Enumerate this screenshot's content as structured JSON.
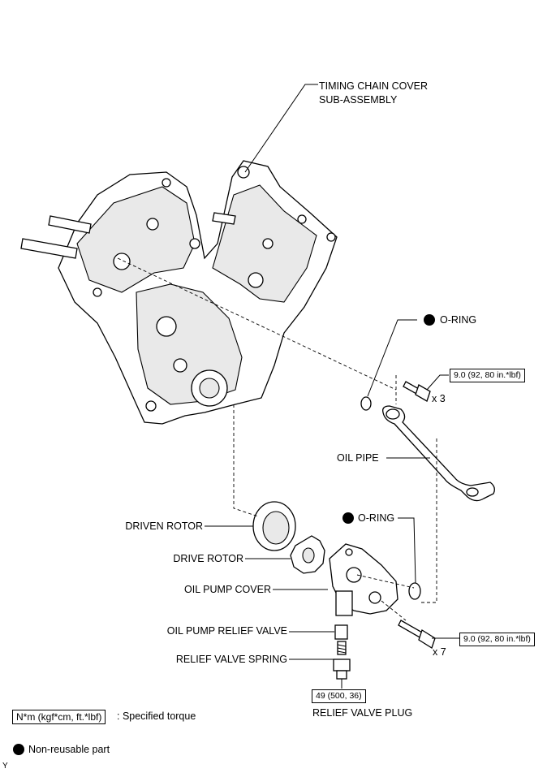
{
  "labels": {
    "timing_chain_cover_1": "TIMING CHAIN COVER",
    "timing_chain_cover_2": "SUB-ASSEMBLY",
    "o_ring_upper": "O-RING",
    "torque_pipe_bolt": "9.0 (92, 80 in.*lbf)",
    "pipe_bolt_qty": "x 3",
    "oil_pipe": "OIL PIPE",
    "driven_rotor": "DRIVEN ROTOR",
    "o_ring_lower": "O-RING",
    "drive_rotor": "DRIVE ROTOR",
    "oil_pump_cover": "OIL PUMP COVER",
    "oil_pump_relief_valve": "OIL PUMP RELIEF VALVE",
    "torque_cover_bolt": "9.0 (92, 80 in.*lbf)",
    "cover_bolt_qty": "x 7",
    "relief_valve_spring": "RELIEF VALVE SPRING",
    "torque_plug": "49 (500, 36)",
    "relief_valve_plug": "RELIEF VALVE PLUG"
  },
  "legend": {
    "torque_unit": "N*m (kgf*cm, ft.*lbf)",
    "torque_desc": ": Specified torque",
    "non_reusable": "Non-reusable part"
  },
  "corner_mark": "Y"
}
